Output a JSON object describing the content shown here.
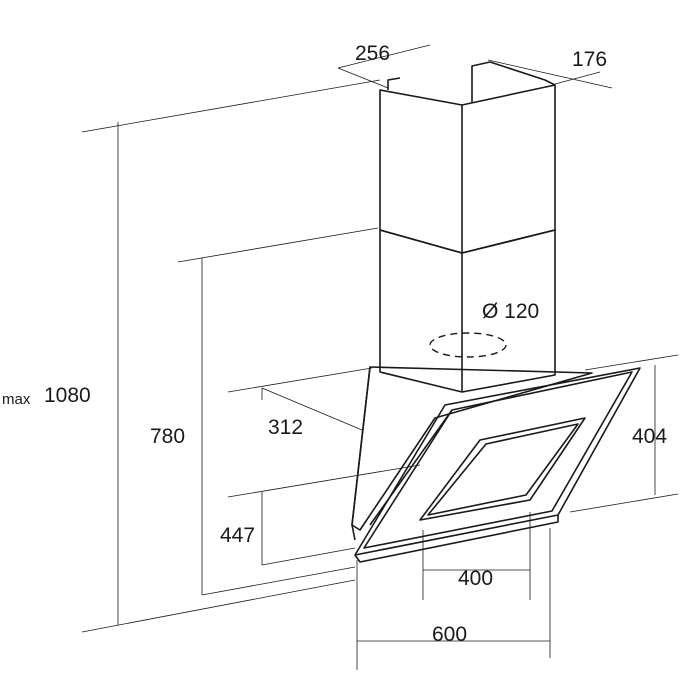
{
  "dimensions": {
    "chimney_width": "256",
    "chimney_depth": "176",
    "duct_diameter": "Ø 120",
    "max_height_prefix": "max",
    "max_height": "1080",
    "mount_height": "780",
    "depth_312": "312",
    "canopy_height": "404",
    "lower_height": "447",
    "filter_width": "400",
    "total_width": "600"
  }
}
